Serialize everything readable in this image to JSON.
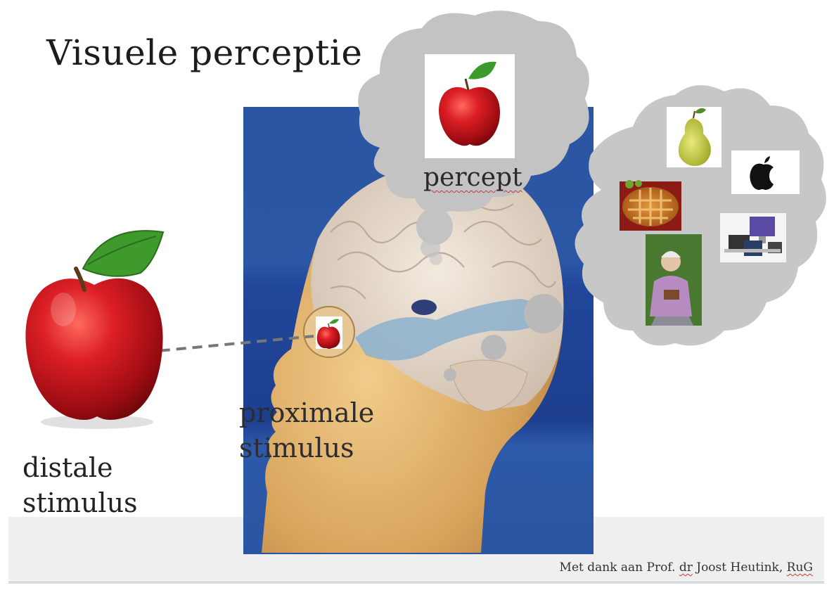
{
  "title": "Visuele perceptie",
  "labels": {
    "percept": "percept",
    "proximal_line1": "proximale",
    "proximal_line2": "stimulus",
    "distal_line1": "distale",
    "distal_line2": "stimulus"
  },
  "credit": {
    "prefix": "Met dank aan Prof. ",
    "dr": "dr",
    "middle": " Joost Heutink, ",
    "institution": "RuG"
  },
  "associations": [
    "pear",
    "apple-logo",
    "apple-pie",
    "computer-devices",
    "elderly-woman"
  ],
  "colors": {
    "blue_panel": "#2a56a4",
    "cloud": "#c3c3c3",
    "apple_red": "#c4141b",
    "leaf_green": "#3f9a2c"
  }
}
